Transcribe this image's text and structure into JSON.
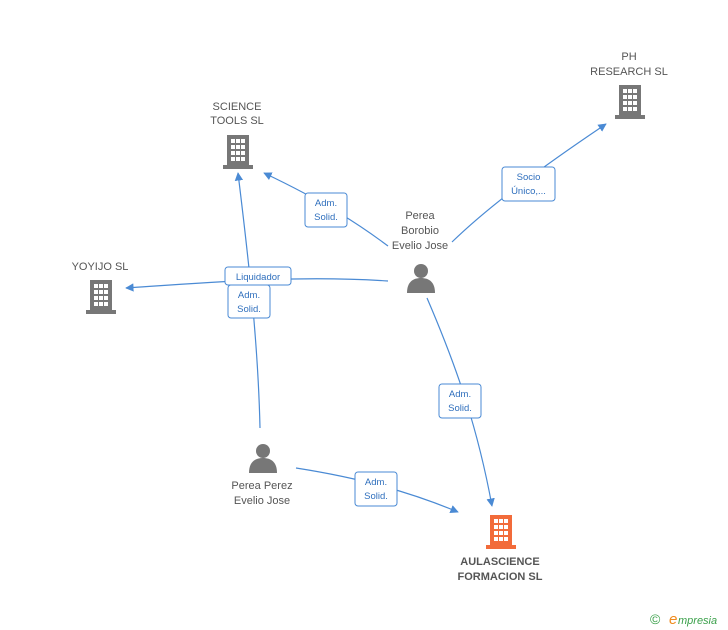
{
  "colors": {
    "edge": "#4a8ad4",
    "edge_text": "#2f6fbd",
    "company": "#777777",
    "company_main": "#f26b3a",
    "person": "#777777",
    "label": "#555555",
    "brand_green": "#3aa04a",
    "brand_orange": "#f08a1c"
  },
  "nodes": {
    "science_tools": {
      "lines": [
        "SCIENCE",
        "TOOLS  SL"
      ],
      "icon": "building-icon"
    },
    "ph_research": {
      "lines": [
        "PH",
        "RESEARCH SL"
      ],
      "icon": "building-icon"
    },
    "yoyijo": {
      "lines": [
        "YOYIJO SL"
      ],
      "icon": "building-icon"
    },
    "perea_borobio": {
      "lines": [
        "Perea",
        "Borobio",
        "Evelio Jose"
      ],
      "icon": "person-icon"
    },
    "perea_perez": {
      "lines": [
        "Perea Perez",
        "Evelio Jose"
      ],
      "icon": "person-icon"
    },
    "aulascience": {
      "lines": [
        "AULASCIENCE",
        "FORMACION SL"
      ],
      "icon": "building-icon"
    }
  },
  "edges": [
    {
      "id": "borobio-science",
      "lines": [
        "Adm.",
        "Solid."
      ]
    },
    {
      "id": "borobio-ph",
      "lines": [
        "Socio",
        "Único,..."
      ]
    },
    {
      "id": "borobio-yoyijo",
      "lines": [
        "Liquidador"
      ]
    },
    {
      "id": "perez-science",
      "lines": [
        "Adm.",
        "Solid."
      ]
    },
    {
      "id": "borobio-aula",
      "lines": [
        "Adm.",
        "Solid."
      ]
    },
    {
      "id": "perez-aula",
      "lines": [
        "Adm.",
        "Solid."
      ]
    }
  ],
  "watermark": {
    "copyright": "©",
    "brand_e": "e",
    "brand_rest": "mpresia"
  }
}
